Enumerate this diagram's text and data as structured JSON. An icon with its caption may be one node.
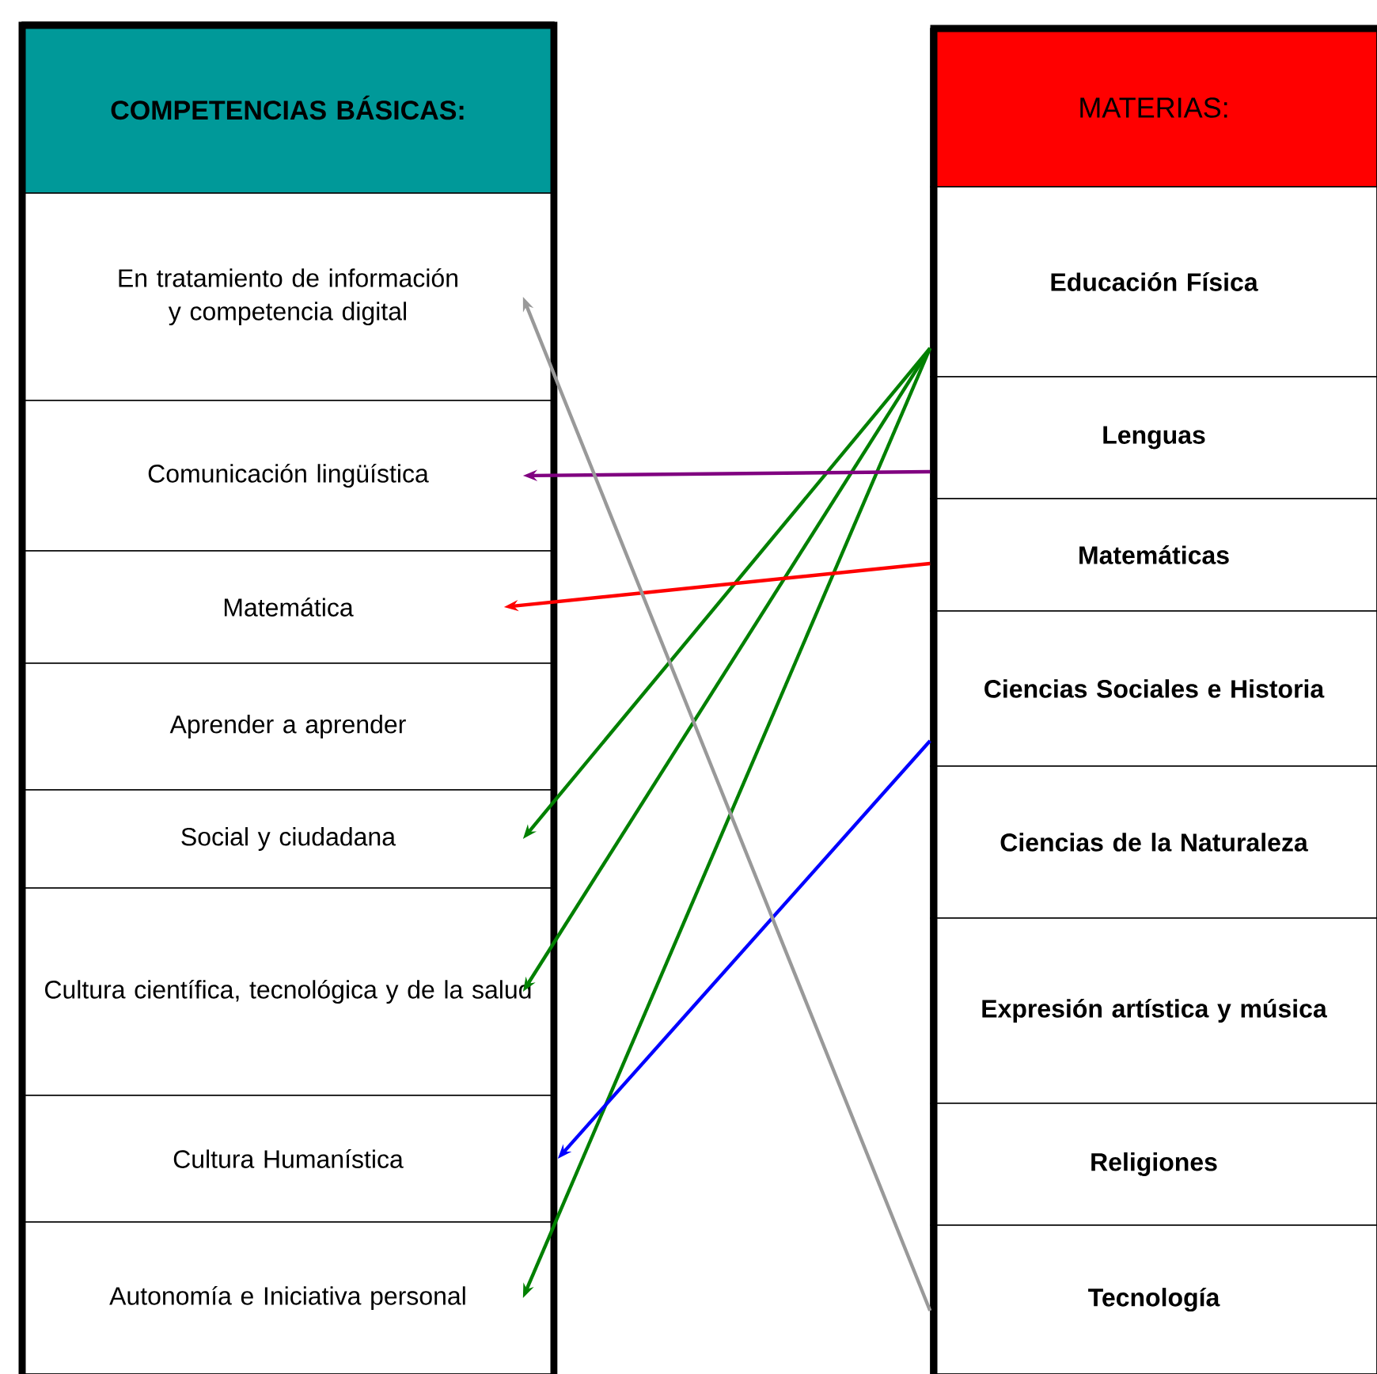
{
  "diagram": {
    "nodes": [
      {
        "text": [
          "COMPETENCIAS BÁSICAS:"
        ]
      },
      {
        "text": [
          "En tratamiento de información y competencia digital"
        ]
      },
      {
        "text": [
          "Comunicación lingüística"
        ]
      },
      {
        "text": [
          "Matemática"
        ]
      },
      {
        "text": [
          "Aprender a aprender"
        ]
      },
      {
        "text": [
          "Social y ciudadana"
        ]
      },
      {
        "text": [
          "Cultura científica, tecnológica y de la salud"
        ]
      },
      {
        "text": [
          "Cultura Humanística"
        ]
      },
      {
        "text": [
          "Autonomía e Iniciativa personal"
        ]
      },
      {
        "text": [
          "MATERIAS:"
        ]
      },
      {
        "text": [
          "Educación Física"
        ]
      },
      {
        "text": [
          "Lenguas"
        ]
      },
      {
        "text": [
          "Matemáticas"
        ]
      },
      {
        "text": [
          "Ciencias Sociales e Historia"
        ]
      },
      {
        "text": [
          "Ciencias de la Naturaleza"
        ]
      },
      {
        "text": [
          "Expresión artística y música"
        ]
      },
      {
        "text": [
          "Religiones"
        ]
      },
      {
        "text": [
          "Tecnología"
        ]
      }
    ],
    "edges": [
      {
        "from": 10,
        "to": 5,
        "arrow": "to"
      },
      {
        "from": 10,
        "to": 6,
        "arrow": "to"
      },
      {
        "from": 10,
        "to": 8,
        "arrow": "to"
      },
      {
        "from": 11,
        "to": 2,
        "arrow": "to",
        "color": "#800080"
      },
      {
        "from": 12,
        "to": 3,
        "arrow": "to",
        "color": "#ff0000"
      },
      {
        "from": 13,
        "to": 7,
        "arrow": "to",
        "color": "#0000ff"
      },
      {
        "from": 17,
        "to": 1,
        "arrow": "to",
        "color": "#999999"
      }
    ]
  }
}
